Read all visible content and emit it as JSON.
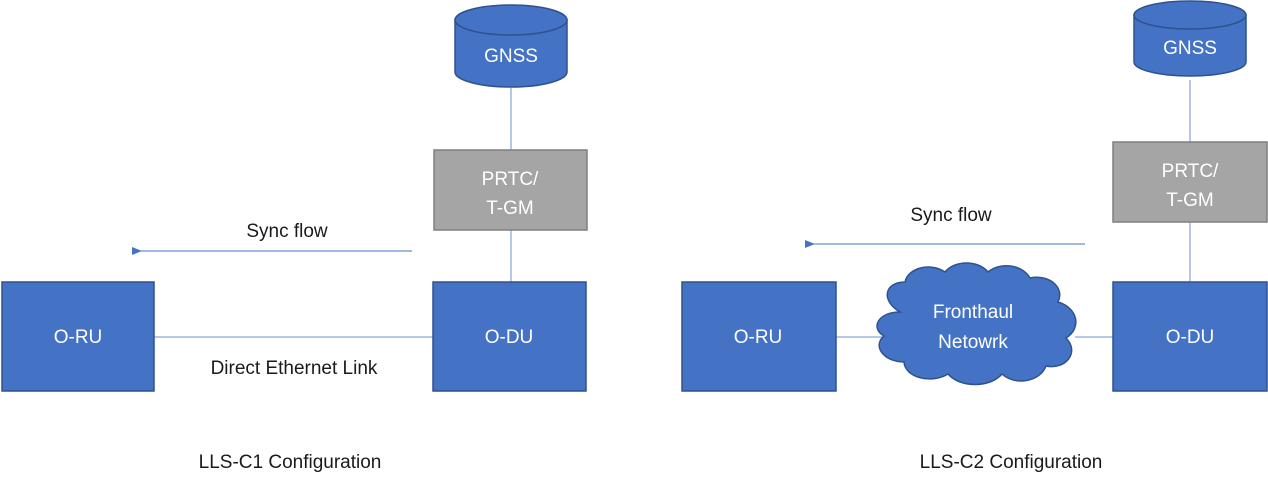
{
  "left": {
    "gnss": "GNSS",
    "prtc_line1": "PRTC/",
    "prtc_line2": "T-GM",
    "sync_flow": "Sync flow",
    "oru": "O-RU",
    "odu": "O-DU",
    "link": "Direct Ethernet Link",
    "caption": "LLS-C1 Configuration"
  },
  "right": {
    "gnss": "GNSS",
    "prtc_line1": "PRTC/",
    "prtc_line2": "T-GM",
    "sync_flow": "Sync flow",
    "oru": "O-RU",
    "odu": "O-DU",
    "cloud_line1": "Fronthaul",
    "cloud_line2": "Netowrk",
    "caption": "LLS-C2 Configuration"
  },
  "colors": {
    "blue_fill": "#4472C4",
    "blue_stroke": "#2F528F",
    "gray_fill": "#A5A5A5",
    "gray_stroke": "#7F7F7F",
    "line": "#6F8FCF",
    "text_dark": "#1a1a1a",
    "text_light": "#ffffff"
  }
}
